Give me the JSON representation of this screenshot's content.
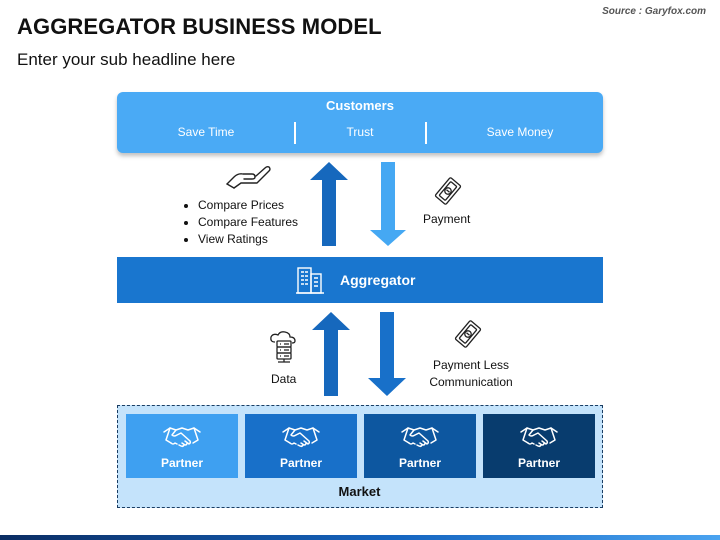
{
  "header": {
    "title": "AGGREGATOR BUSINESS MODEL",
    "subtitle": "Enter your sub headline here",
    "source": "Source : Garyfox.com"
  },
  "customers": {
    "title": "Customers",
    "items": [
      "Save Time",
      "Trust",
      "Save Money"
    ]
  },
  "upper_flow": {
    "bullets": [
      "Compare Prices",
      "Compare Features",
      "View Ratings"
    ],
    "payment_label": "Payment"
  },
  "aggregator": {
    "label": "Aggregator"
  },
  "lower_flow": {
    "data_label": "Data",
    "payment_less_line1": "Payment Less",
    "payment_less_line2": "Communication"
  },
  "market": {
    "label": "Market",
    "partners": [
      {
        "label": "Partner",
        "color": "#3ea0f1"
      },
      {
        "label": "Partner",
        "color": "#1870c9"
      },
      {
        "label": "Partner",
        "color": "#0d57a0"
      },
      {
        "label": "Partner",
        "color": "#083c6e"
      }
    ]
  },
  "colors": {
    "customers_bg": "#4aaaf5",
    "aggregator_bg": "#1976cf",
    "market_bg": "#c4e3fb",
    "arrow_up": "#1668bd",
    "arrow_down": "#45a8f3"
  }
}
